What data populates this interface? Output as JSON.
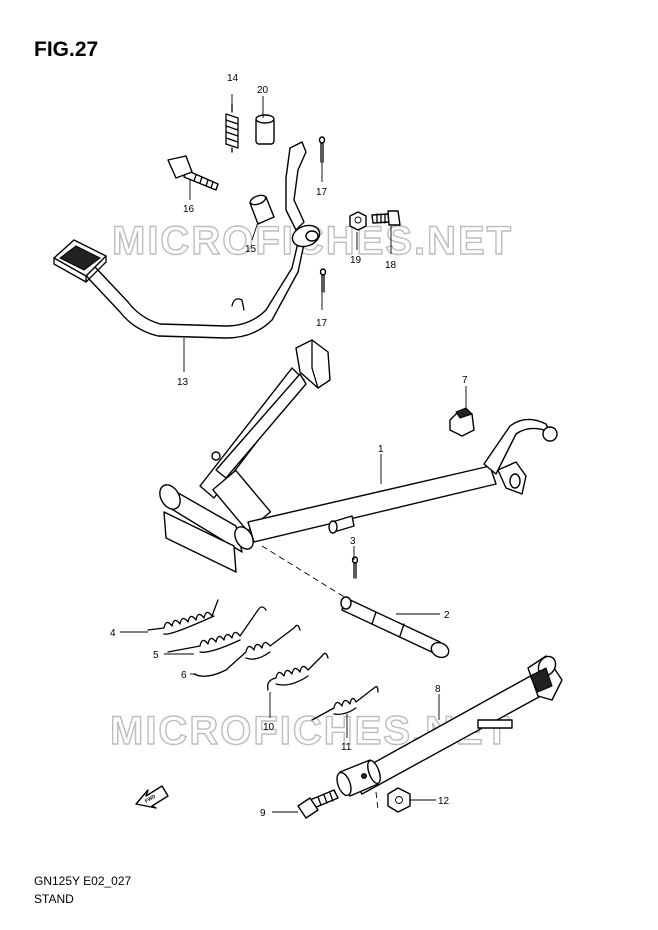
{
  "figure": {
    "title": "FIG.27"
  },
  "footer": {
    "code": "GN125Y E02_027",
    "name": "STAND"
  },
  "watermark": {
    "text": "MICROFICHES.NET"
  },
  "callouts": {
    "c1": "1",
    "c2": "2",
    "c3": "3",
    "c4": "4",
    "c5": "5",
    "c6": "6",
    "c7": "7",
    "c8": "8",
    "c9": "9",
    "c10": "10",
    "c11": "11",
    "c12": "12",
    "c13": "13",
    "c14": "14",
    "c15": "15",
    "c16": "16",
    "c17a": "17",
    "c17b": "17",
    "c18": "18",
    "c19": "19",
    "c20": "20"
  },
  "icons": {
    "fwd_arrow": "fwd-arrow-icon",
    "fwd_label": "FWD"
  }
}
